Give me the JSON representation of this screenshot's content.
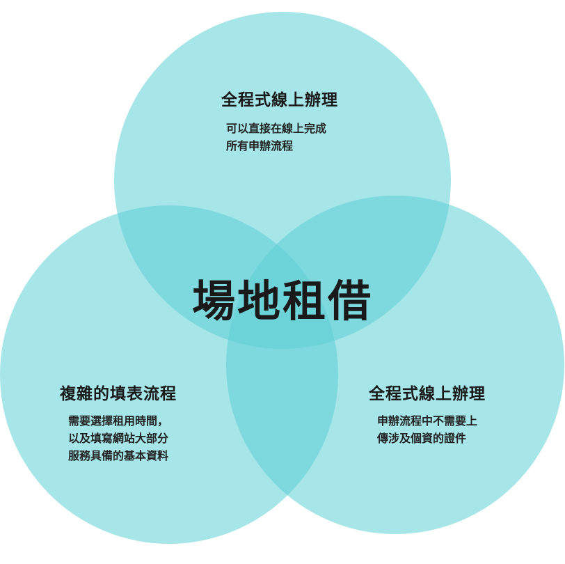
{
  "center_title": "場地租借",
  "colors": {
    "circle_fill": "#5ccfd6",
    "text": "#1a1a1a"
  },
  "circles": [
    {
      "title": "全程式線上辦理",
      "desc_lines": [
        "可以直接在線上完成",
        "所有申辦流程"
      ]
    },
    {
      "title": "複雜的填表流程",
      "desc_lines": [
        "需要選擇租用時間，",
        "以及填寫網站大部分",
        "服務具備的基本資料"
      ]
    },
    {
      "title": "全程式線上辦理",
      "desc_lines": [
        "申辦流程中不需要上",
        "傳涉及個資的證件"
      ]
    }
  ]
}
